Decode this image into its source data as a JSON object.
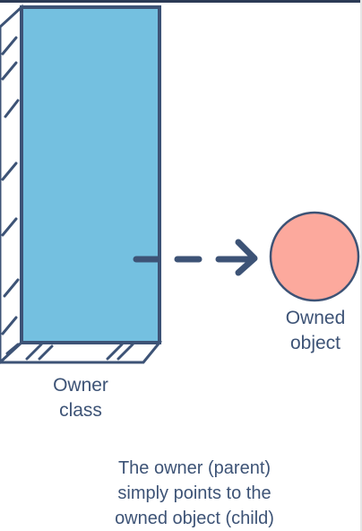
{
  "diagram": {
    "owner_label": "Owner\nclass",
    "owned_label": "Owned\nobject",
    "caption": "The owner (parent)\nsimply points to the\nowned object (child)"
  },
  "colors": {
    "owner_fill": "#74c0e0",
    "owned_fill": "#fca99d",
    "stroke": "#3d5376",
    "text": "#3d5376"
  },
  "icons": {
    "connector": "dashed-arrow"
  }
}
